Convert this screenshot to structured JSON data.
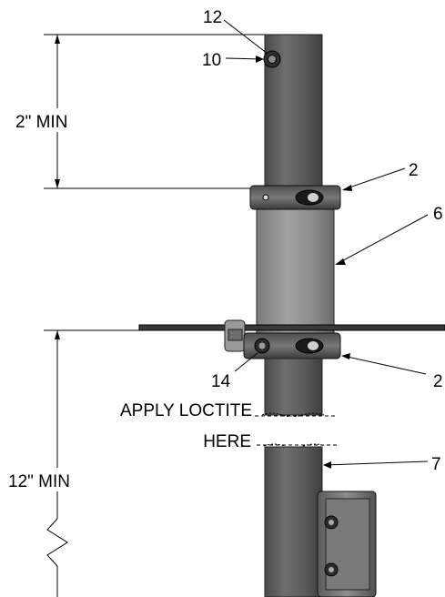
{
  "callouts": {
    "c12": "12",
    "c10": "10",
    "c2_top": "2",
    "c6": "6",
    "c14": "14",
    "c2_bottom": "2",
    "c7": "7"
  },
  "dimensions": {
    "top_min": "2\" MIN",
    "bottom_min": "12\" MIN"
  },
  "notes": {
    "line1": "APPLY LOCTITE",
    "line2": "HERE"
  },
  "colors": {
    "pipe_dark": "#5e5e5e",
    "pipe_light": "#8c8c8c",
    "line": "#000000",
    "background": "#ffffff"
  }
}
